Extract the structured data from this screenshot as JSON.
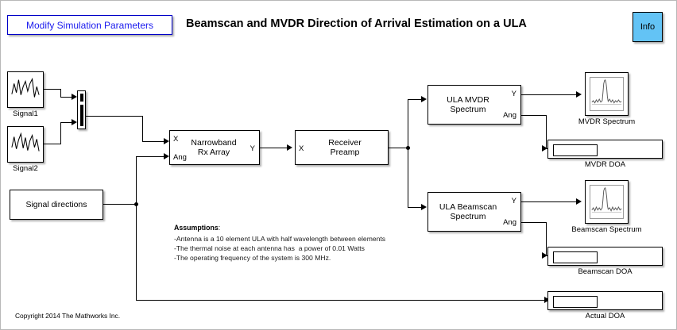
{
  "header": {
    "title": "Beamscan and MVDR Direction of Arrival Estimation on a ULA",
    "modify_button": "Modify Simulation Parameters",
    "info_button": "Info",
    "accent_blue": "#1a1aee",
    "info_fill": "#63c3f5"
  },
  "sources": {
    "signal1": "Signal1",
    "signal2": "Signal2",
    "signal_directions": "Signal directions"
  },
  "blocks": {
    "narrowband_rx_array": {
      "label": "Narrowband\nRx Array",
      "in_ports": [
        "X",
        "Ang"
      ],
      "out_ports": [
        "Y"
      ]
    },
    "receiver_preamp": {
      "label": "Receiver\nPreamp",
      "in_ports": [
        "X"
      ],
      "out_ports": []
    },
    "ula_mvdr_spectrum": {
      "label": "ULA MVDR\nSpectrum",
      "out_ports": [
        "Y",
        "Ang"
      ]
    },
    "ula_beamscan_spectrum": {
      "label": "ULA Beamscan\nSpectrum",
      "out_ports": [
        "Y",
        "Ang"
      ]
    }
  },
  "sinks": {
    "mvdr_spectrum": "MVDR Spectrum",
    "mvdr_doa": "MVDR DOA",
    "beamscan_spectrum": "Beamscan Spectrum",
    "beamscan_doa": "Beamscan DOA",
    "actual_doa": "Actual DOA"
  },
  "assumptions": {
    "heading": "Assumptions",
    "heading_colon": ":",
    "lines": "-Antenna is a 10 element ULA with half wavelength between elements\n-The thermal noise at each antenna has  a power of 0.01 Watts\n-The operating frequency of the system is 300 MHz."
  },
  "footer": {
    "copyright": "Copyright 2014 The Mathworks Inc."
  },
  "icons": {
    "signal_source": "waveform-icon",
    "scope": "spectrum-plot-icon",
    "mux": "mux-icon"
  }
}
